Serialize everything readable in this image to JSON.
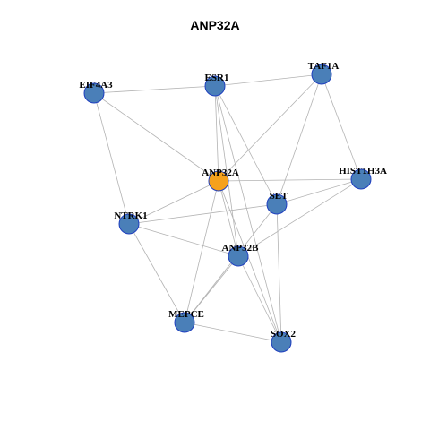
{
  "title": "ANP32A",
  "colors": {
    "focus_node": "#f5a11c",
    "node": "#4a7fb8",
    "node_border": "#1f3fbf",
    "edge": "#b3b3b3"
  },
  "nodes": [
    {
      "id": "EIF4A3",
      "label": "EIF4A3",
      "focus": false
    },
    {
      "id": "ESR1",
      "label": "ESR1",
      "focus": false
    },
    {
      "id": "TAF1A",
      "label": "TAF1A",
      "focus": false
    },
    {
      "id": "HIST1H3A",
      "label": "HIST1H3A",
      "focus": false
    },
    {
      "id": "ANP32A",
      "label": "ANP32A",
      "focus": true
    },
    {
      "id": "SET",
      "label": "SET",
      "focus": false
    },
    {
      "id": "NTRK1",
      "label": "NTRK1",
      "focus": false
    },
    {
      "id": "ANP32B",
      "label": "ANP32B",
      "focus": false
    },
    {
      "id": "MEPCE",
      "label": "MEPCE",
      "focus": false
    },
    {
      "id": "SOX2",
      "label": "SOX2",
      "focus": false
    }
  ],
  "edges": [
    [
      "EIF4A3",
      "ESR1"
    ],
    [
      "ESR1",
      "TAF1A"
    ],
    [
      "EIF4A3",
      "ANP32A"
    ],
    [
      "EIF4A3",
      "NTRK1"
    ],
    [
      "ESR1",
      "ANP32A"
    ],
    [
      "ESR1",
      "SET"
    ],
    [
      "ESR1",
      "ANP32B"
    ],
    [
      "ESR1",
      "SOX2"
    ],
    [
      "TAF1A",
      "ANP32A"
    ],
    [
      "TAF1A",
      "HIST1H3A"
    ],
    [
      "TAF1A",
      "SET"
    ],
    [
      "ANP32A",
      "HIST1H3A"
    ],
    [
      "ANP32A",
      "NTRK1"
    ],
    [
      "ANP32A",
      "ANP32B"
    ],
    [
      "ANP32A",
      "MEPCE"
    ],
    [
      "ANP32A",
      "SOX2"
    ],
    [
      "HIST1H3A",
      "SET"
    ],
    [
      "HIST1H3A",
      "ANP32B"
    ],
    [
      "SET",
      "NTRK1"
    ],
    [
      "SET",
      "MEPCE"
    ],
    [
      "SET",
      "SOX2"
    ],
    [
      "NTRK1",
      "ANP32B"
    ],
    [
      "NTRK1",
      "MEPCE"
    ],
    [
      "ANP32B",
      "MEPCE"
    ],
    [
      "ANP32B",
      "SOX2"
    ],
    [
      "MEPCE",
      "SOX2"
    ]
  ]
}
